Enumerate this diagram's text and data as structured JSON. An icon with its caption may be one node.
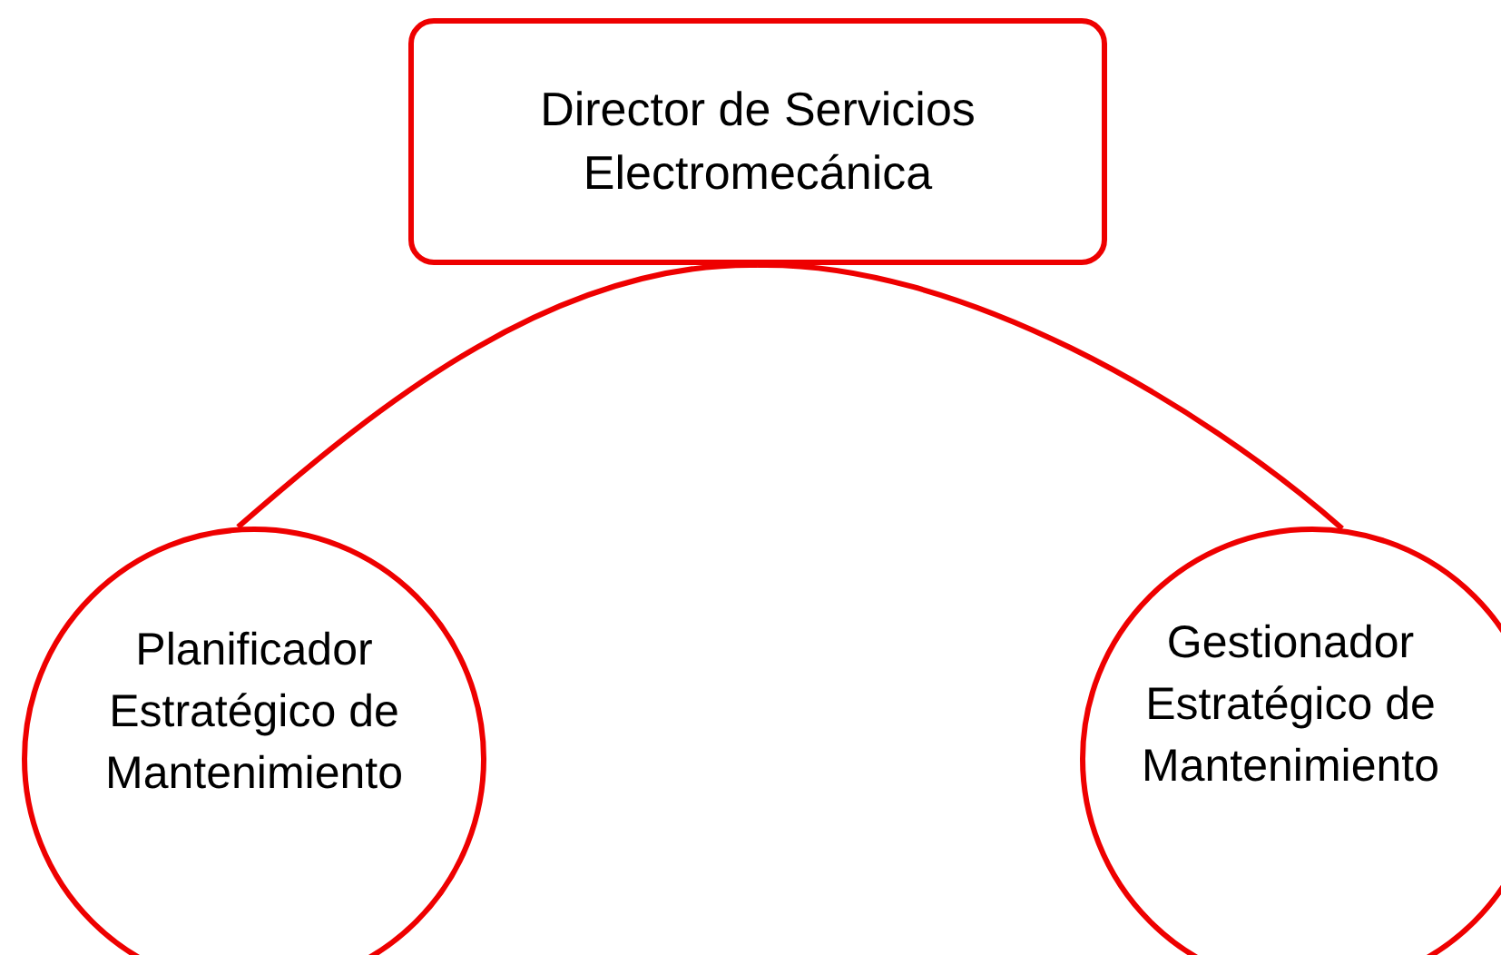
{
  "diagram": {
    "nodes": [
      {
        "text": [
          "Director de Servicios Electromecánica"
        ]
      },
      {
        "text": [
          "Planificador Estratégico de Mantenimiento"
        ]
      },
      {
        "text": [
          "Gestionador Estratégico de Mantenimiento"
        ]
      }
    ],
    "edges": [
      {
        "from": 0,
        "to": 1,
        "arrow": "none"
      },
      {
        "from": 0,
        "to": 2,
        "arrow": "none"
      }
    ]
  }
}
